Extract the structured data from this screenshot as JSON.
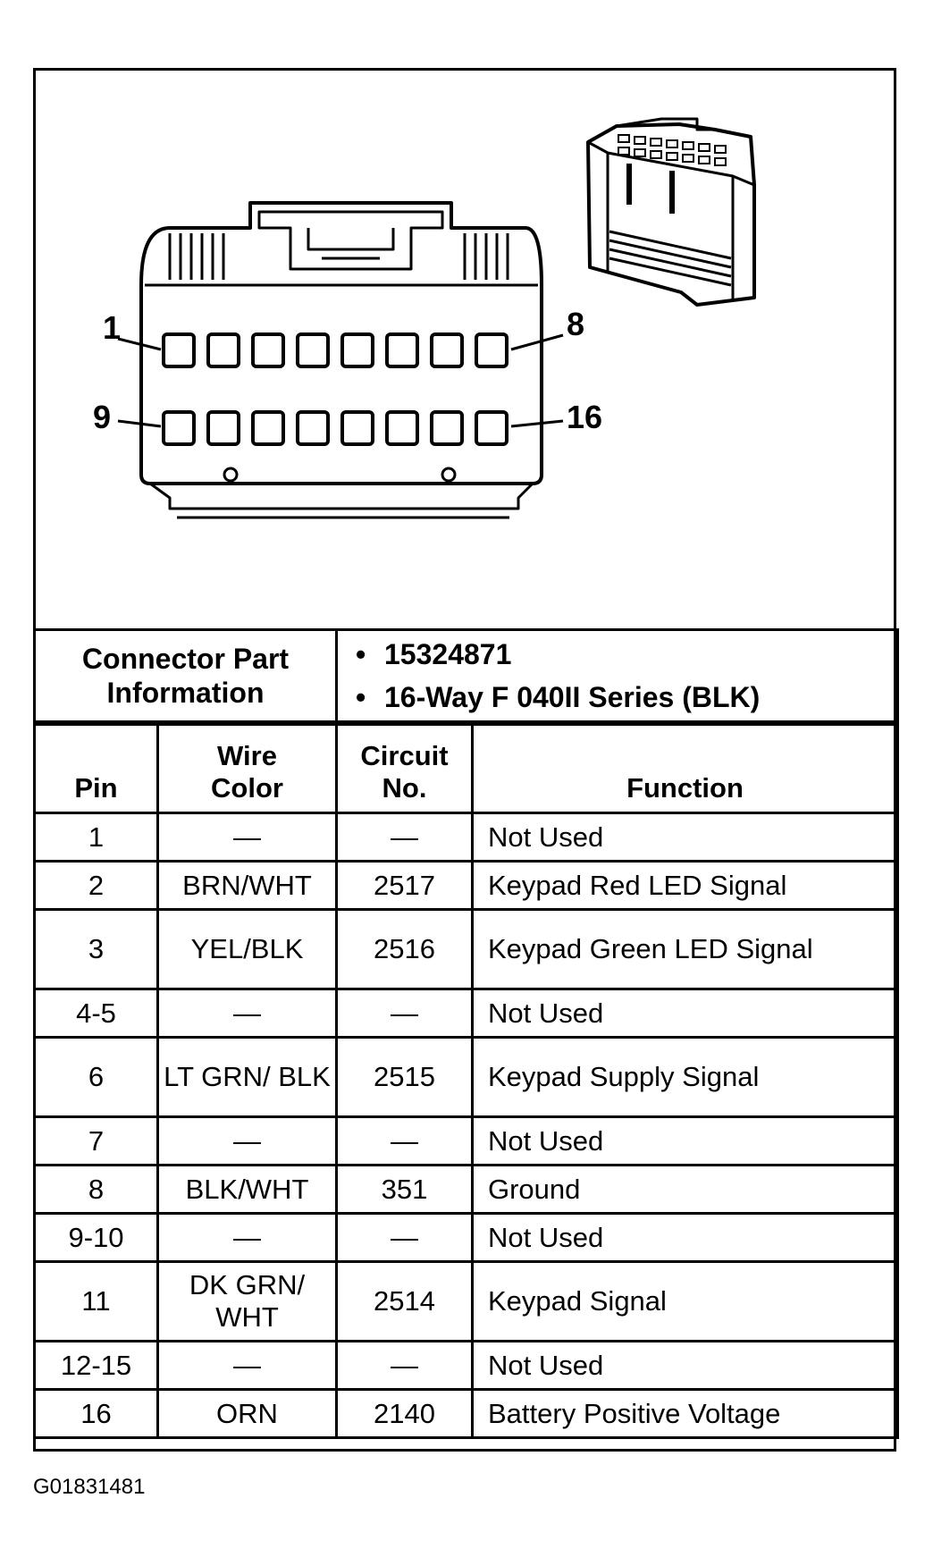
{
  "diagram": {
    "pin_labels": {
      "top_left": "1",
      "top_right": "8",
      "bottom_left": "9",
      "bottom_right": "16"
    }
  },
  "connector_info": {
    "label_line1": "Connector Part",
    "label_line2": "Information",
    "values": [
      "15324871",
      "16-Way F 040II Series (BLK)"
    ]
  },
  "table": {
    "headers": {
      "pin": "Pin",
      "wire_line1": "Wire",
      "wire_line2": "Color",
      "circuit_line1": "Circuit",
      "circuit_line2": "No.",
      "function": "Function"
    },
    "rows": [
      {
        "pin": "1",
        "wire": "—",
        "circuit": "—",
        "function": "Not Used"
      },
      {
        "pin": "2",
        "wire": "BRN/WHT",
        "circuit": "2517",
        "function": "Keypad Red LED Signal"
      },
      {
        "pin": "3",
        "wire": "YEL/BLK",
        "circuit": "2516",
        "function": "Keypad Green LED Signal"
      },
      {
        "pin": "4-5",
        "wire": "—",
        "circuit": "—",
        "function": "Not Used"
      },
      {
        "pin": "6",
        "wire": "LT GRN/ BLK",
        "circuit": "2515",
        "function": "Keypad Supply Signal"
      },
      {
        "pin": "7",
        "wire": "—",
        "circuit": "—",
        "function": "Not Used"
      },
      {
        "pin": "8",
        "wire": "BLK/WHT",
        "circuit": "351",
        "function": "Ground"
      },
      {
        "pin": "9-10",
        "wire": "—",
        "circuit": "—",
        "function": "Not Used"
      },
      {
        "pin": "11",
        "wire": "DK GRN/ WHT",
        "circuit": "2514",
        "function": "Keypad Signal"
      },
      {
        "pin": "12-15",
        "wire": "—",
        "circuit": "—",
        "function": "Not Used"
      },
      {
        "pin": "16",
        "wire": "ORN",
        "circuit": "2140",
        "function": "Battery Positive Voltage"
      }
    ]
  },
  "figure_code": "G01831481"
}
